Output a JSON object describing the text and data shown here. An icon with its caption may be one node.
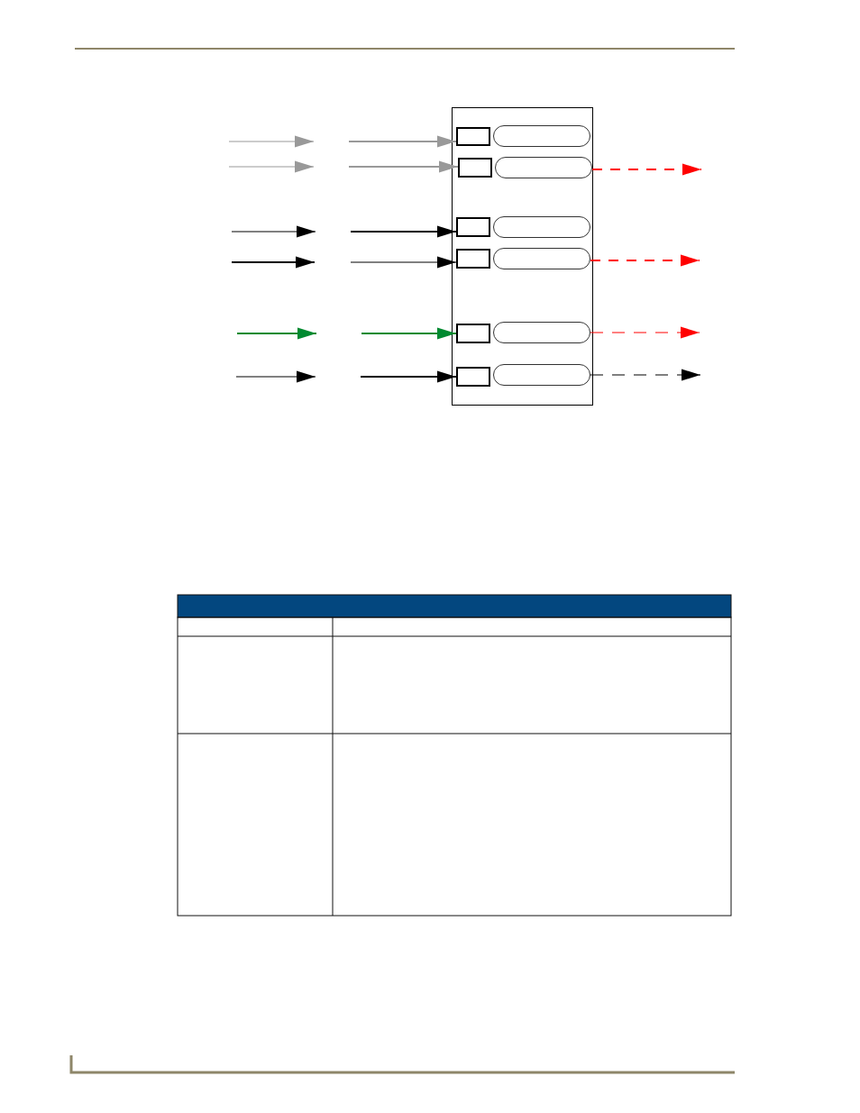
{
  "diagram": {
    "nodes": [
      {
        "text": [],
        "shape": "box"
      },
      {
        "text": [],
        "shape": "box",
        "in": 0
      },
      {
        "text": [],
        "shape": "pill",
        "in": 0
      },
      {
        "text": [],
        "shape": "box",
        "in": 0
      },
      {
        "text": [],
        "shape": "pill",
        "in": 0
      },
      {
        "text": [],
        "shape": "box",
        "in": 0
      },
      {
        "text": [],
        "shape": "pill",
        "in": 0
      },
      {
        "text": [],
        "shape": "box",
        "in": 0
      },
      {
        "text": [],
        "shape": "pill",
        "in": 0
      },
      {
        "text": [],
        "shape": "box",
        "in": 0
      },
      {
        "text": [],
        "shape": "pill",
        "in": 0
      },
      {
        "text": [],
        "shape": "box",
        "in": 0
      },
      {
        "text": [],
        "shape": "pill",
        "in": 0
      }
    ],
    "edges": [
      {
        "from": null,
        "to": 1,
        "arrow": "to",
        "color": "#999999"
      },
      {
        "from": null,
        "to": 3,
        "arrow": "to",
        "color": "#999999"
      },
      {
        "from": null,
        "to": 5,
        "arrow": "to"
      },
      {
        "from": null,
        "to": 7,
        "arrow": "to"
      },
      {
        "from": null,
        "to": 9,
        "arrow": "to",
        "color": "#008a30"
      },
      {
        "from": null,
        "to": 11,
        "arrow": "to"
      },
      {
        "from": 4,
        "to": null,
        "arrow": "to",
        "style": "dashed",
        "color": "#ff0000"
      },
      {
        "from": 8,
        "to": null,
        "arrow": "to",
        "style": "dashed",
        "color": "#ff0000"
      },
      {
        "from": 10,
        "to": null,
        "arrow": "to",
        "style": "dashed",
        "color": "#ff0000"
      },
      {
        "from": 12,
        "to": null,
        "arrow": "to",
        "style": "dashed"
      }
    ]
  }
}
